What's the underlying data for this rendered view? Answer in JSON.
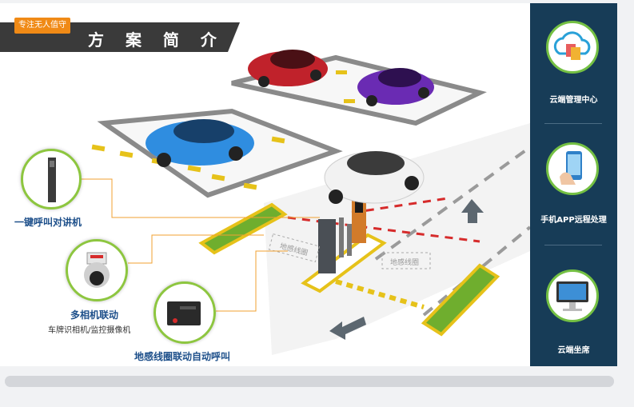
{
  "header": {
    "badge": "专注无人值守",
    "title": "方 案 简 介"
  },
  "features": [
    {
      "label": "一键呼叫对讲机"
    },
    {
      "label": "多相机联动",
      "sublabel": "车牌识相机/监控摄像机"
    },
    {
      "label": "地感线圈联动自动呼叫"
    }
  ],
  "road_markings": [
    "地感线圈",
    "地感线圈"
  ],
  "sidebar": {
    "items": [
      {
        "label": "云端管理中心",
        "icon": "cloud-document-icon"
      },
      {
        "label": "手机APP远程处理",
        "icon": "smartphone-hand-icon"
      },
      {
        "label": "云端坐席",
        "icon": "desktop-computer-icon"
      }
    ]
  },
  "colors": {
    "sidebar_bg": "#173c57",
    "accent_green": "#8dc63f",
    "badge_orange": "#f08a16",
    "label_blue": "#1d4f8a",
    "header_dark": "#3a3a3a"
  }
}
